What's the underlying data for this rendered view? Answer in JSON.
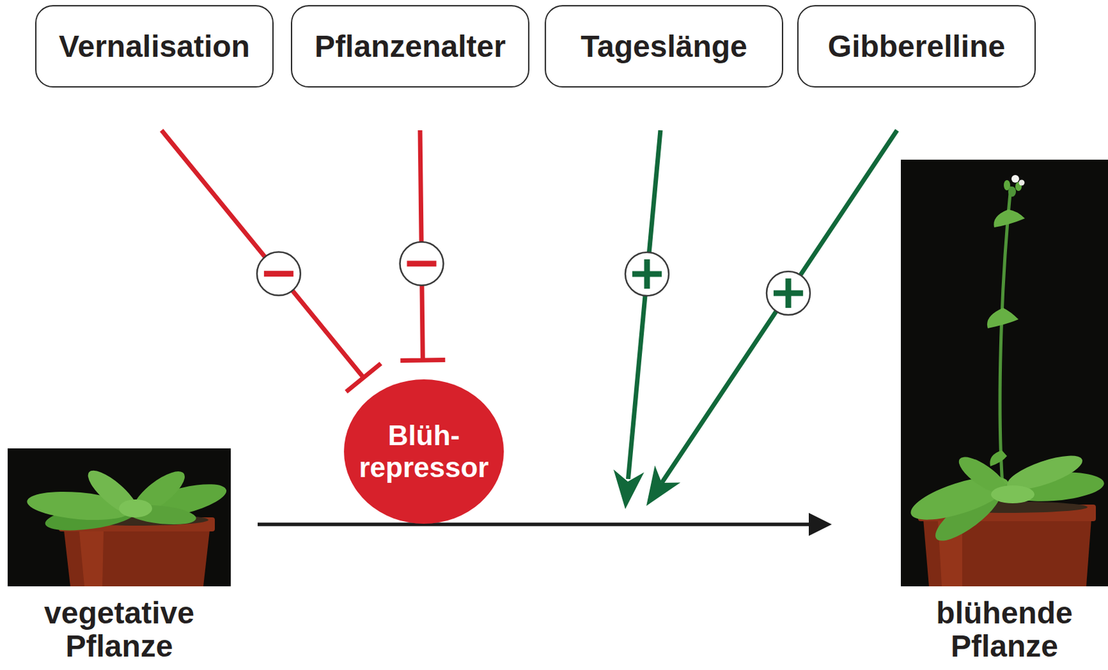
{
  "diagram": {
    "nodes": [
      {
        "text": [
          "Vernalisation"
        ]
      },
      {
        "text": [
          "Pflanzenalter"
        ]
      },
      {
        "text": [
          "Tageslänge"
        ]
      },
      {
        "text": [
          "Gibberelline"
        ]
      },
      {
        "text": [
          "Blüh- repressor"
        ]
      },
      {
        "text": [
          "vegetative Pflanze"
        ]
      },
      {
        "text": [
          "blühende Pflanze"
        ]
      }
    ],
    "edges": [
      {
        "from": 0,
        "to": 4,
        "arrow": "to"
      },
      {
        "from": 1,
        "to": 4,
        "arrow": "to"
      },
      {
        "from": 5,
        "to": 6,
        "arrow": "to"
      }
    ]
  }
}
